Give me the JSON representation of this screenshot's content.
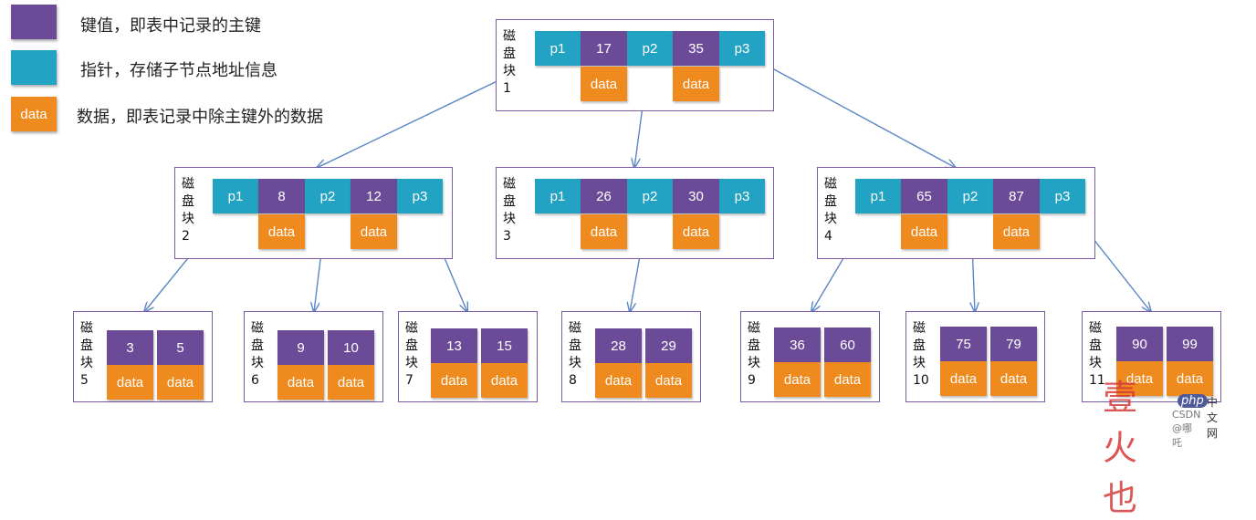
{
  "legend": [
    {
      "swatch_color": "#6b4b98",
      "swatch_text": "",
      "text": "键值，即表中记录的主键"
    },
    {
      "swatch_color": "#22a3c3",
      "swatch_text": "",
      "text": "指针，存储子节点地址信息"
    },
    {
      "swatch_color": "#ee8a1e",
      "swatch_text": "data",
      "text": "数据，即表记录中除主键外的数据"
    }
  ],
  "colors": {
    "pointer": "#22a3c3",
    "key": "#6b4b98",
    "data": "#ee8a1e",
    "border": "#7b5aa6",
    "arrow": "#5b86c5"
  },
  "blocks": [
    {
      "id": "1",
      "label": "磁\n盘\n块\n1",
      "pointers": [
        "p1",
        "p2",
        "p3"
      ],
      "keys": [
        "17",
        "35"
      ],
      "data": [
        "data",
        "data"
      ]
    },
    {
      "id": "2",
      "label": "磁\n盘\n块\n2",
      "pointers": [
        "p1",
        "p2",
        "p3"
      ],
      "keys": [
        "8",
        "12"
      ],
      "data": [
        "data",
        "data"
      ]
    },
    {
      "id": "3",
      "label": "磁\n盘\n块\n3",
      "pointers": [
        "p1",
        "p2",
        "p3"
      ],
      "keys": [
        "26",
        "30"
      ],
      "data": [
        "data",
        "data"
      ]
    },
    {
      "id": "4",
      "label": "磁\n盘\n块\n4",
      "pointers": [
        "p1",
        "p2",
        "p3"
      ],
      "keys": [
        "65",
        "87"
      ],
      "data": [
        "data",
        "data"
      ]
    },
    {
      "id": "5",
      "label": "磁\n盘\n块\n5",
      "pointers": [],
      "keys": [
        "3",
        "5"
      ],
      "data": [
        "data",
        "data"
      ]
    },
    {
      "id": "6",
      "label": "磁\n盘\n块\n6",
      "pointers": [],
      "keys": [
        "9",
        "10"
      ],
      "data": [
        "data",
        "data"
      ]
    },
    {
      "id": "7",
      "label": "磁\n盘\n块\n7",
      "pointers": [],
      "keys": [
        "13",
        "15"
      ],
      "data": [
        "data",
        "data"
      ]
    },
    {
      "id": "8",
      "label": "磁\n盘\n块\n8",
      "pointers": [],
      "keys": [
        "28",
        "29"
      ],
      "data": [
        "data",
        "data"
      ]
    },
    {
      "id": "9",
      "label": "磁\n盘\n块\n9",
      "pointers": [],
      "keys": [
        "36",
        "60"
      ],
      "data": [
        "data",
        "data"
      ]
    },
    {
      "id": "10",
      "label": "磁\n盘\n块\n10",
      "pointers": [],
      "keys": [
        "75",
        "79"
      ],
      "data": [
        "data",
        "data"
      ]
    },
    {
      "id": "11",
      "label": "磁\n盘\n块\n11",
      "pointers": [],
      "keys": [
        "90",
        "99"
      ],
      "data": [
        "data",
        "data"
      ]
    }
  ],
  "edges": [
    {
      "from": "1",
      "pointer": "p1",
      "to": "2"
    },
    {
      "from": "1",
      "pointer": "p2",
      "to": "3"
    },
    {
      "from": "1",
      "pointer": "p3",
      "to": "4"
    },
    {
      "from": "2",
      "pointer": "p1",
      "to": "5"
    },
    {
      "from": "2",
      "pointer": "p2",
      "to": "6"
    },
    {
      "from": "2",
      "pointer": "p3",
      "to": "7"
    },
    {
      "from": "3",
      "pointer": "p2",
      "to": "8"
    },
    {
      "from": "4",
      "pointer": "p1",
      "to": "9"
    },
    {
      "from": "4",
      "pointer": "p2",
      "to": "10"
    },
    {
      "from": "4",
      "pointer": "p3",
      "to": "11"
    }
  ],
  "watermark": {
    "logo": "壹火也",
    "php": "php",
    "site": "中文网",
    "csdn": "CSDN @哪吒"
  }
}
